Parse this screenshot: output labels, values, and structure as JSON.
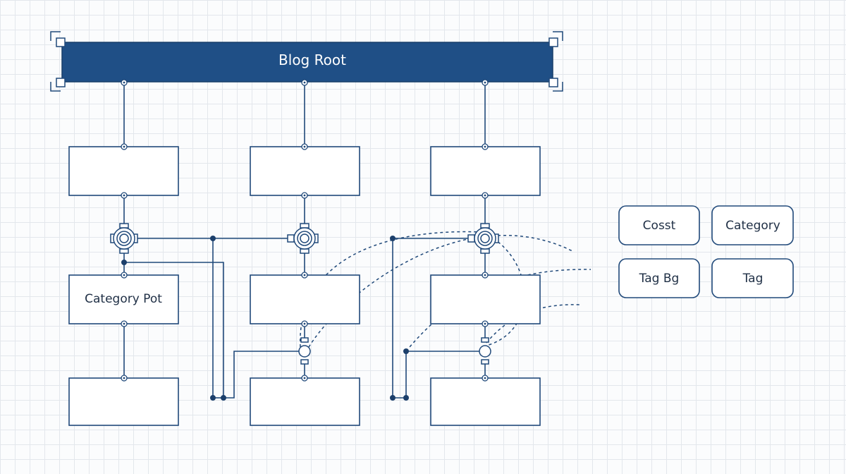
{
  "diagram": {
    "root": {
      "label": "Blog Root"
    },
    "nodes": [
      {
        "id": "c1-r1",
        "label": ""
      },
      {
        "id": "c2-r1",
        "label": ""
      },
      {
        "id": "c3-r1",
        "label": ""
      },
      {
        "id": "c1-r2",
        "label": "Category Pot"
      },
      {
        "id": "c2-r2",
        "label": ""
      },
      {
        "id": "c3-r2",
        "label": ""
      },
      {
        "id": "c1-r3",
        "label": ""
      },
      {
        "id": "c2-r3",
        "label": ""
      },
      {
        "id": "c3-r3",
        "label": ""
      }
    ],
    "legend": [
      {
        "label": "Cosst"
      },
      {
        "label": "Category"
      },
      {
        "label": "Tag Bg"
      },
      {
        "label": "Tag"
      }
    ],
    "colors": {
      "primary": "#20497a",
      "root_fill": "#1f4f86",
      "grid": "#e3e7ec",
      "background": "#fbfcfd"
    }
  }
}
